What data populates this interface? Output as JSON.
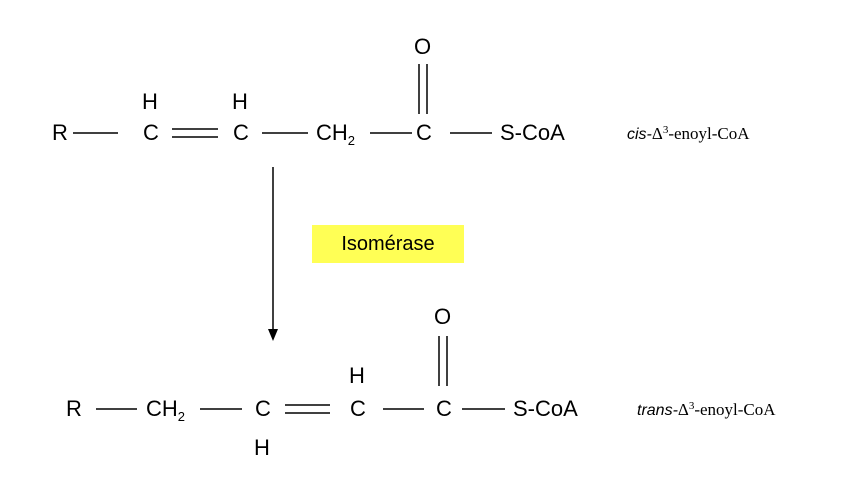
{
  "reactant": {
    "atoms": {
      "r": "R",
      "c1": "C",
      "h1": "H",
      "c2": "C",
      "h2": "H",
      "ch2_main": "CH",
      "ch2_sub": "2",
      "c3": "C",
      "o": "O",
      "scoa": "S-CoA"
    },
    "name": {
      "prefix": "cis-",
      "delta": "Δ",
      "position": "3",
      "suffix": "-enoyl-CoA"
    }
  },
  "enzyme": {
    "label": "Isomérase",
    "color": "#ffff55"
  },
  "product": {
    "atoms": {
      "r": "R",
      "ch2_main": "CH",
      "ch2_sub": "2",
      "c1": "C",
      "h1": "H",
      "c2": "C",
      "h2": "H",
      "c3": "C",
      "o": "O",
      "scoa": "S-CoA"
    },
    "name": {
      "prefix": "trans-",
      "delta": "Δ",
      "position": "3",
      "suffix": "-enoyl-CoA"
    }
  }
}
